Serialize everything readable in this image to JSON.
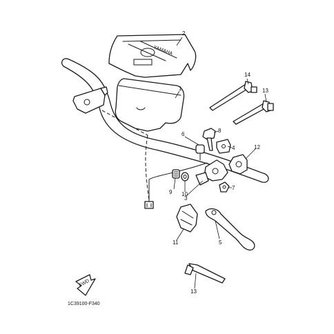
{
  "callouts": [
    {
      "id": "callout-1",
      "label": "1"
    },
    {
      "id": "callout-2",
      "label": "2"
    },
    {
      "id": "callout-3",
      "label": "3"
    },
    {
      "id": "callout-4",
      "label": "4"
    },
    {
      "id": "callout-5",
      "label": "5"
    },
    {
      "id": "callout-6",
      "label": "6"
    },
    {
      "id": "callout-7",
      "label": "7"
    },
    {
      "id": "callout-8",
      "label": "8"
    },
    {
      "id": "callout-9",
      "label": "9"
    },
    {
      "id": "callout-10",
      "label": "10"
    },
    {
      "id": "callout-11",
      "label": "11"
    },
    {
      "id": "callout-12",
      "label": "12"
    },
    {
      "id": "callout-13a",
      "label": "13"
    },
    {
      "id": "callout-13b",
      "label": "13"
    },
    {
      "id": "callout-14",
      "label": "14"
    }
  ],
  "diagram_code": "1C39100-F340",
  "fwd_label": "FWD",
  "pad_logo": "YAMAHA"
}
